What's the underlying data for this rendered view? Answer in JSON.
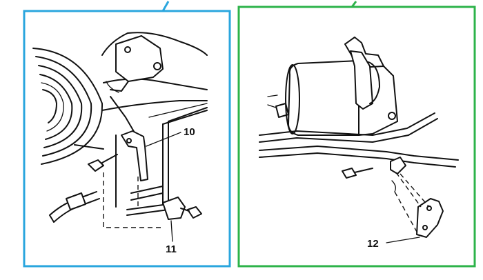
{
  "panels": [
    {
      "id": "left",
      "border_color": "#2aa6de",
      "callouts": [
        "10",
        "11"
      ]
    },
    {
      "id": "right",
      "border_color": "#2db34a",
      "callouts": [
        "12"
      ]
    }
  ],
  "callouts": {
    "c10": "10",
    "c11": "11",
    "c12": "12"
  },
  "colors": {
    "ink": "#111111",
    "background": "#ffffff"
  }
}
